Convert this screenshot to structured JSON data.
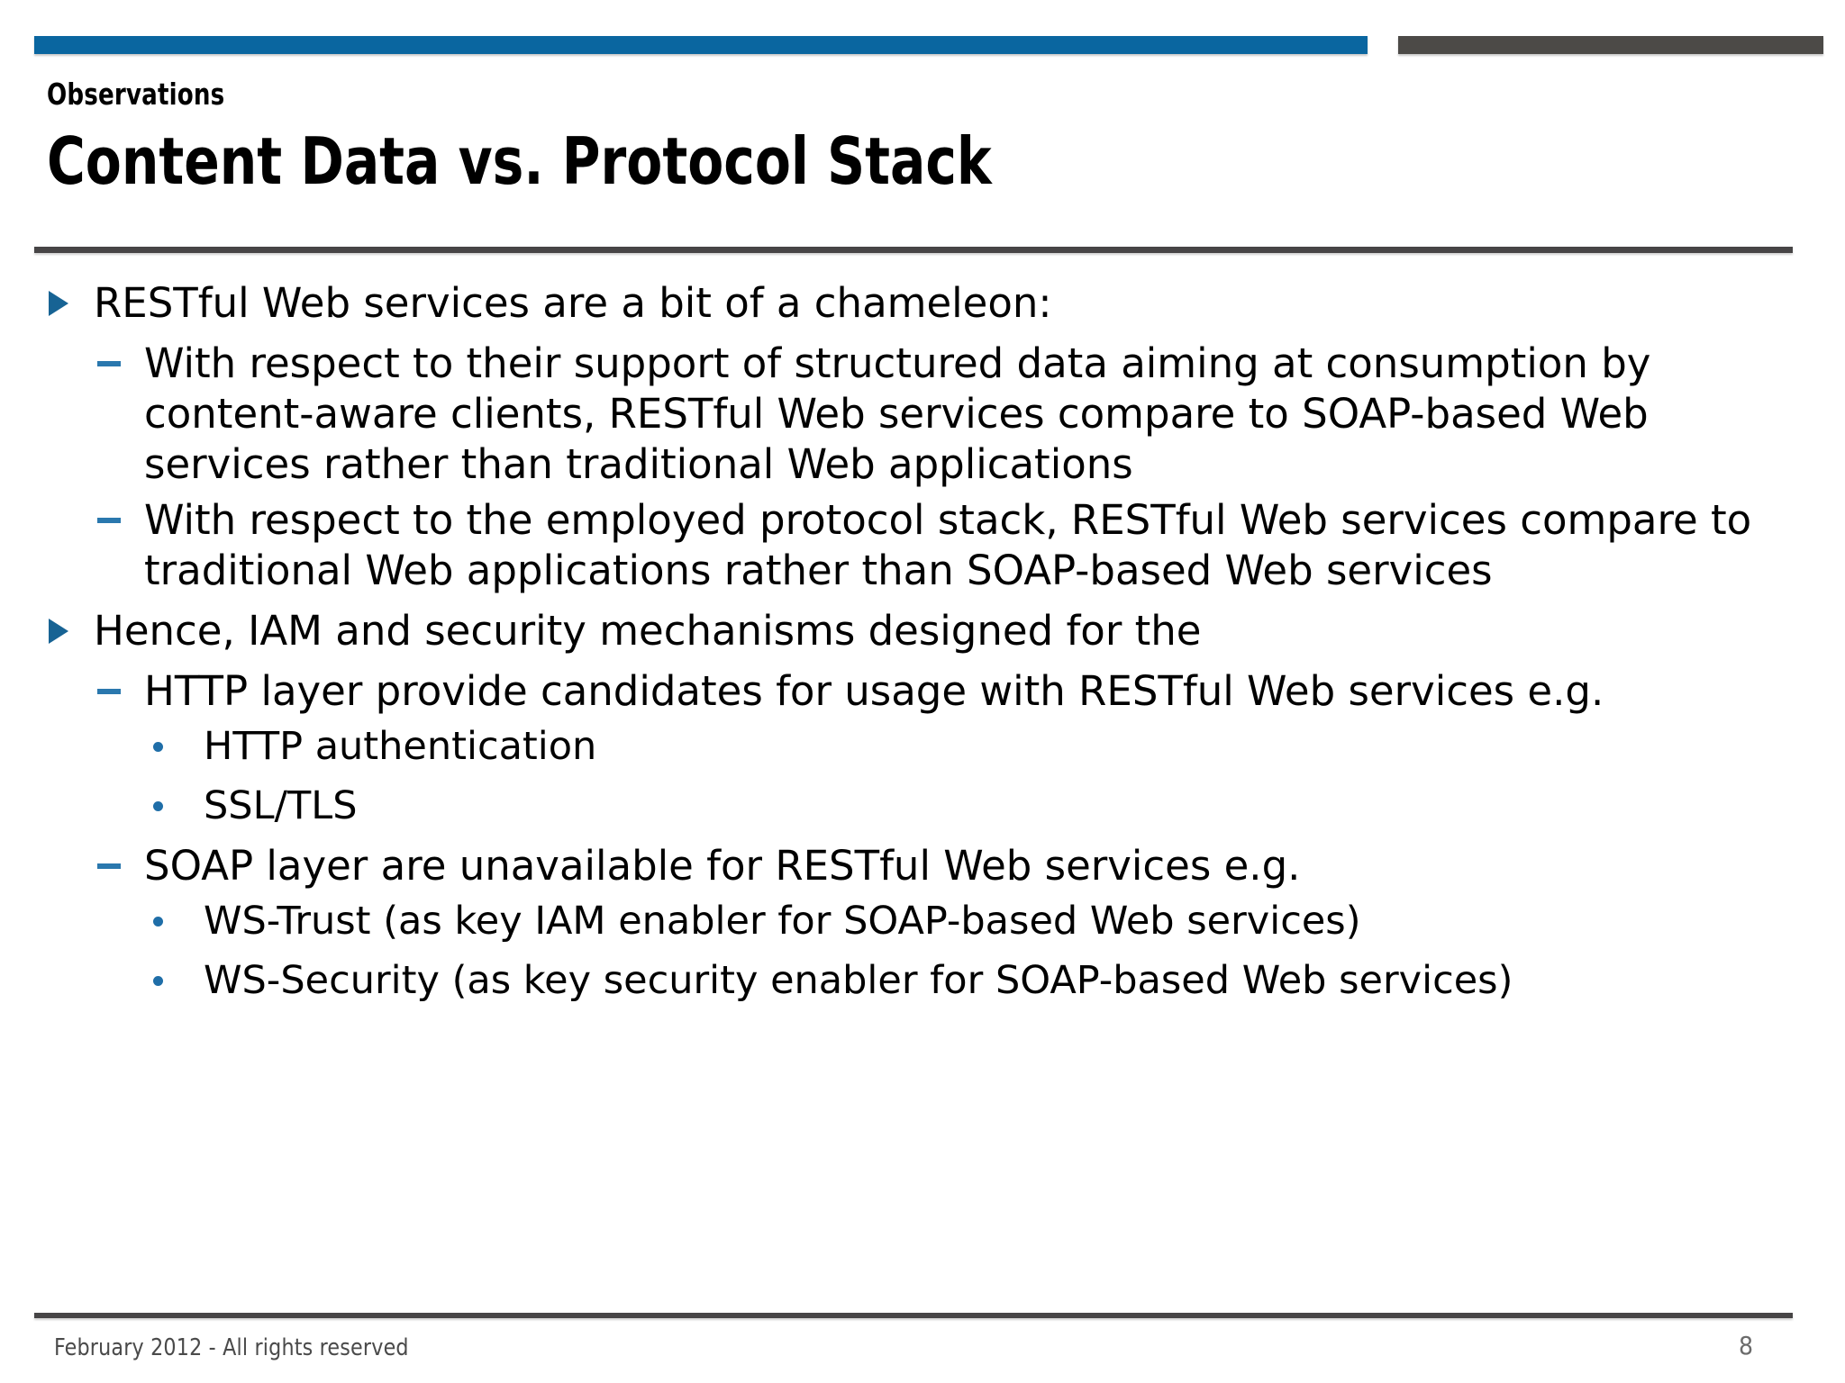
{
  "theme": {
    "accent_blue": "#0a66a0",
    "accent_dark": "#4c4a47",
    "rule_color": "#474546",
    "bullet_blue": "#176394",
    "text_color": "#000000",
    "footer_color": "#4a4a4a"
  },
  "header": {
    "eyebrow": "Observations",
    "title": "Content Data vs. Protocol Stack"
  },
  "body": {
    "bullets": [
      {
        "level": 1,
        "marker": "triangle-bullet-icon",
        "text": "RESTful Web services are a bit of a chameleon:"
      },
      {
        "level": 2,
        "marker": "dash-bullet-icon",
        "text": "With respect to their support of structured data aiming at consumption by content-aware clients, RESTful Web services compare to SOAP-based Web services rather than traditional Web applications"
      },
      {
        "level": 2,
        "marker": "dash-bullet-icon",
        "text": "With respect to the employed protocol stack, RESTful Web services compare to traditional Web applications rather than SOAP-based Web services"
      },
      {
        "level": 1,
        "marker": "triangle-bullet-icon",
        "text": "Hence, IAM and security mechanisms designed for the"
      },
      {
        "level": 2,
        "marker": "dash-bullet-icon",
        "text": "HTTP layer provide candidates for usage with RESTful Web services e.g."
      },
      {
        "level": 3,
        "marker": "dot-bullet-icon",
        "text": "HTTP authentication"
      },
      {
        "level": 3,
        "marker": "dot-bullet-icon",
        "text": "SSL/TLS"
      },
      {
        "level": 2,
        "marker": "dash-bullet-icon",
        "text": "SOAP layer are unavailable for RESTful Web services e.g."
      },
      {
        "level": 3,
        "marker": "dot-bullet-icon",
        "text": "WS-Trust (as key IAM enabler for SOAP-based Web services)"
      },
      {
        "level": 3,
        "marker": "dot-bullet-icon",
        "text": "WS-Security (as key security enabler for SOAP-based Web services)"
      }
    ]
  },
  "footer": {
    "copyright": "February 2012 - All rights reserved",
    "page_number": "8"
  }
}
